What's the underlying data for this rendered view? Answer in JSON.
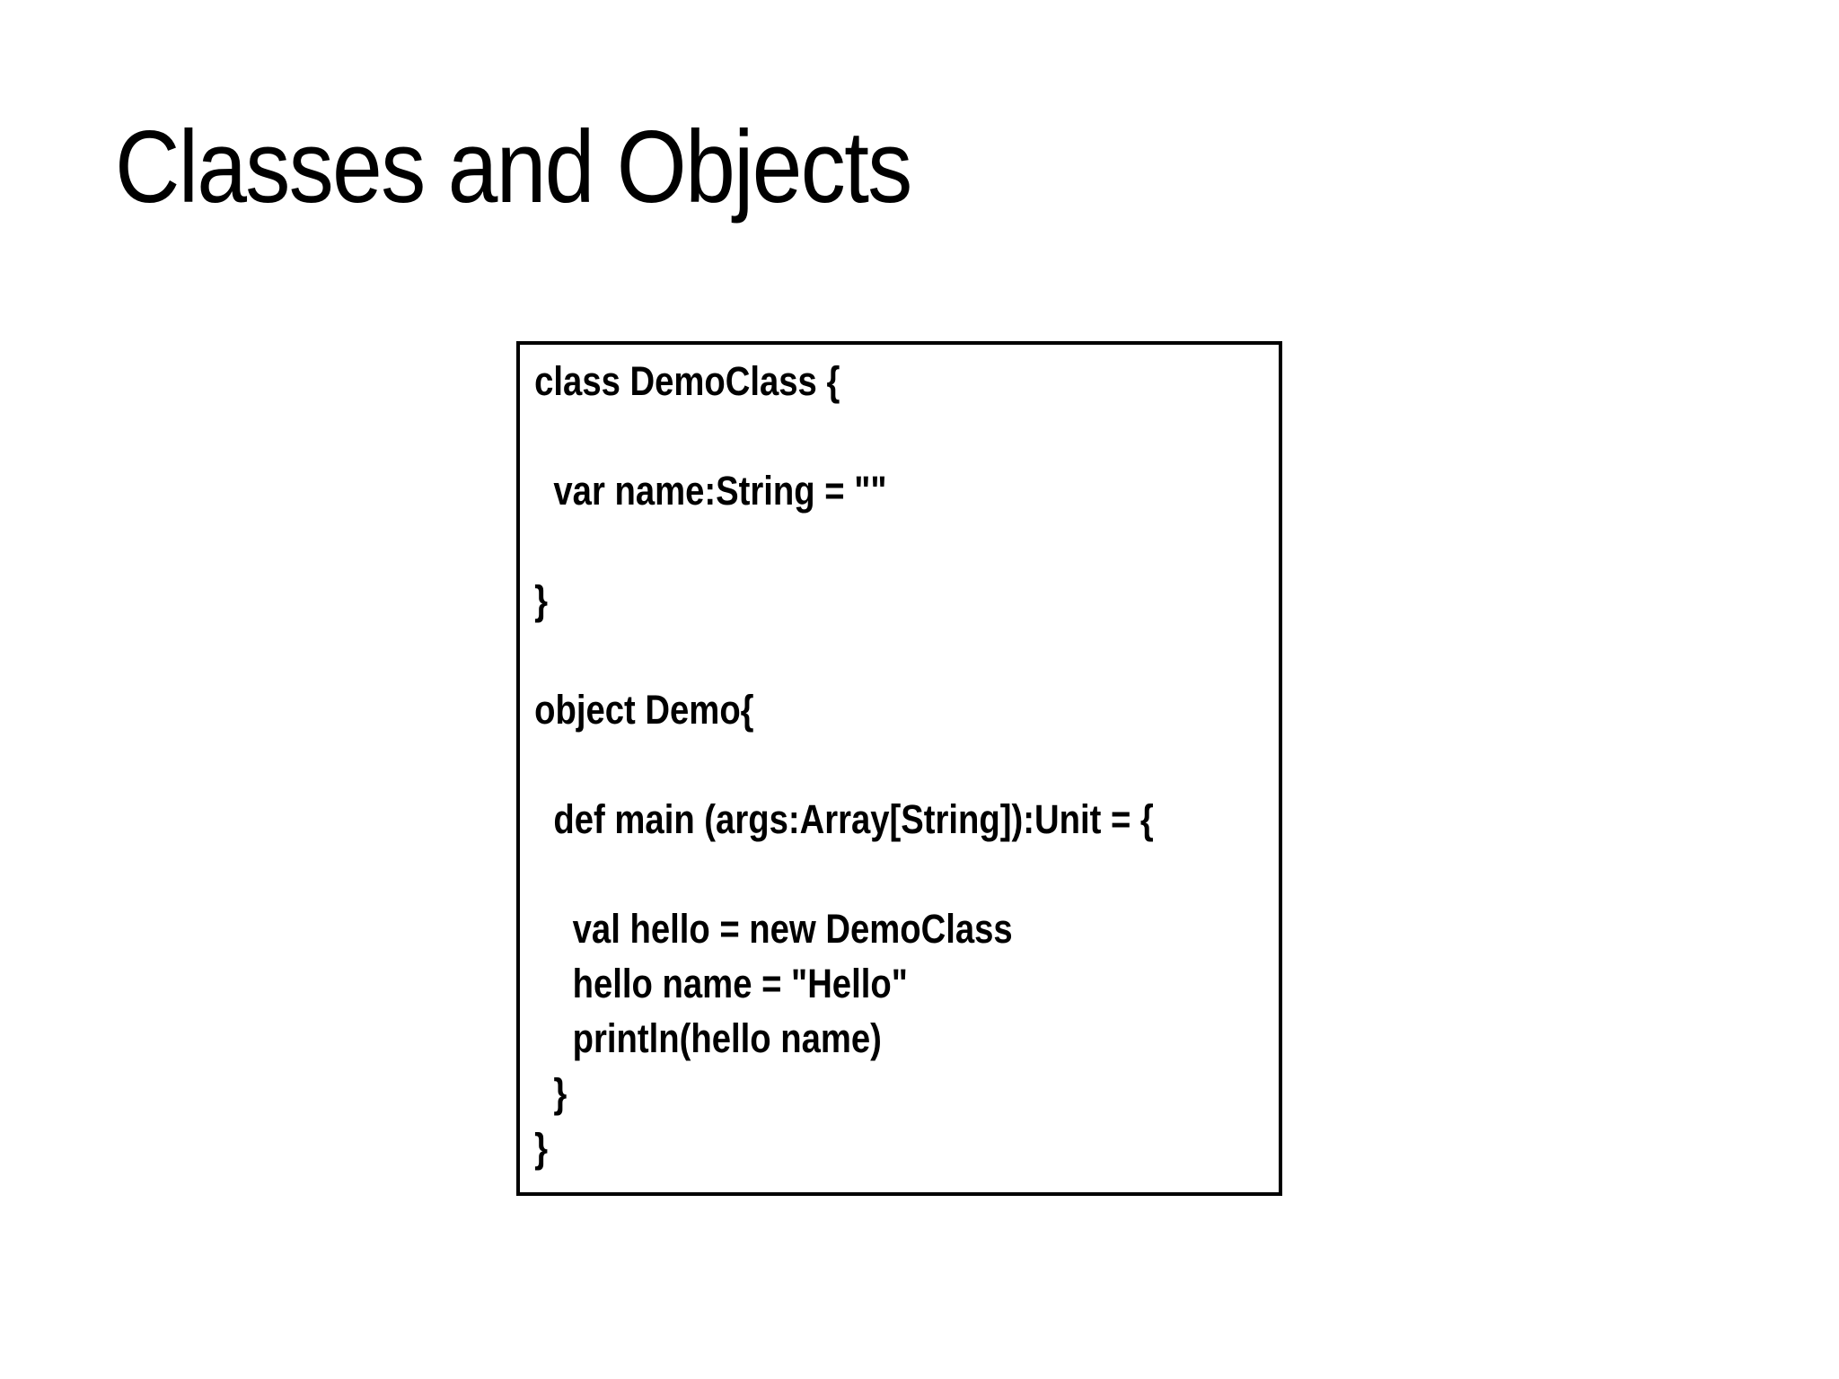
{
  "slide": {
    "title": "Classes and Objects",
    "colors": {
      "background": "#ffffff",
      "text": "#000000",
      "box_border": "#000000"
    },
    "code_box": {
      "language": "scala",
      "lines": [
        "class DemoClass {",
        "",
        "  var name:String = \"\"",
        "",
        "}",
        "",
        "object Demo{",
        "",
        "  def main (args:Array[String]):Unit = {",
        "",
        "    val hello = new DemoClass",
        "    hello name = \"Hello\"",
        "    println(hello name)",
        "  }",
        "}"
      ]
    }
  }
}
